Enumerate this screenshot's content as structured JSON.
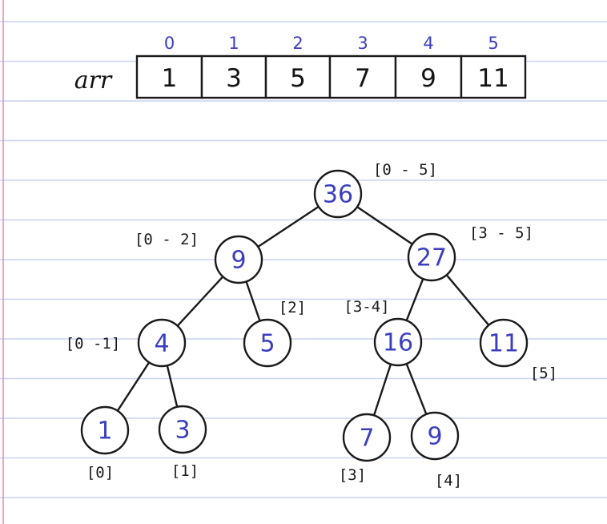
{
  "colors": {
    "paper": "#ffffff",
    "rule_line": "#c9d3f2",
    "margin_line": "#f08cc0",
    "ink": "#1a1a1a",
    "accent_blue": "#3b3fbf"
  },
  "array": {
    "label": "arr",
    "indices": [
      "0",
      "1",
      "2",
      "3",
      "4",
      "5"
    ],
    "values": [
      "1",
      "3",
      "5",
      "7",
      "9",
      "11"
    ]
  },
  "tree": {
    "nodes": [
      {
        "id": "n36",
        "value": "36",
        "range": "[0 - 5]"
      },
      {
        "id": "n9",
        "value": "9",
        "range": "[0 - 2]"
      },
      {
        "id": "n27",
        "value": "27",
        "range": "[3 - 5]"
      },
      {
        "id": "n4",
        "value": "4",
        "range": "[0 -1]"
      },
      {
        "id": "n5",
        "value": "5",
        "range": "[2]"
      },
      {
        "id": "n16",
        "value": "16",
        "range": "[3-4]"
      },
      {
        "id": "n11",
        "value": "11",
        "range": "[5]"
      },
      {
        "id": "n1",
        "value": "1",
        "range": "[0]"
      },
      {
        "id": "n3",
        "value": "3",
        "range": "[1]"
      },
      {
        "id": "n7",
        "value": "7",
        "range": "[3]"
      },
      {
        "id": "n9b",
        "value": "9",
        "range": "[4]"
      }
    ],
    "edges": [
      [
        "n36",
        "n9"
      ],
      [
        "n36",
        "n27"
      ],
      [
        "n9",
        "n4"
      ],
      [
        "n9",
        "n5"
      ],
      [
        "n27",
        "n16"
      ],
      [
        "n27",
        "n11"
      ],
      [
        "n4",
        "n1"
      ],
      [
        "n4",
        "n3"
      ],
      [
        "n16",
        "n7"
      ],
      [
        "n16",
        "n9b"
      ]
    ]
  }
}
